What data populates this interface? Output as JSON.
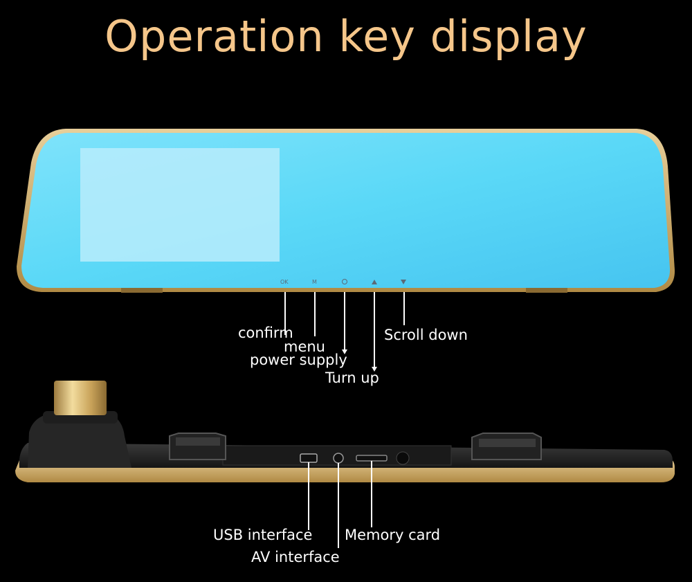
{
  "title": "Operation key display",
  "top_device": {
    "buttons": [
      {
        "icon": "ok",
        "glyph": "OK"
      },
      {
        "icon": "m",
        "glyph": "M"
      },
      {
        "icon": "power-icon",
        "glyph": "⏻"
      },
      {
        "icon": "up-arrow-icon",
        "glyph": "▲"
      },
      {
        "icon": "down-arrow-icon",
        "glyph": "▼"
      }
    ],
    "labels": {
      "confirm": "confirm",
      "menu": "menu",
      "power": "power supply",
      "up": "Turn up",
      "down": "Scroll down"
    }
  },
  "bottom_device": {
    "labels": {
      "usb": "USB interface",
      "av": "AV interface",
      "memory": "Memory card"
    }
  },
  "colors": {
    "background": "#000000",
    "title": "#f5c68a",
    "frame_gold": "#c9a35a",
    "mirror_blue": "#4fd4f5",
    "screen_light": "#b8ecfb"
  }
}
